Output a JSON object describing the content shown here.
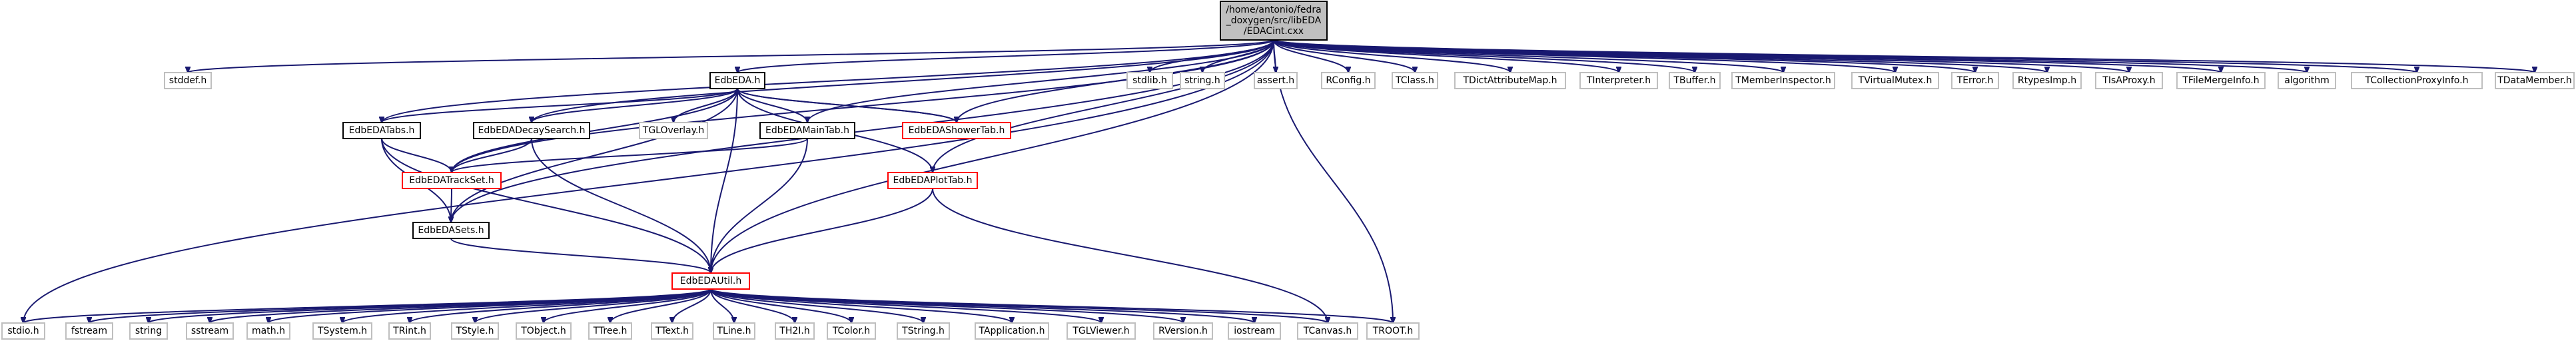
{
  "colors": {
    "edge": "#191970",
    "box_default": "#000000",
    "box_red": "#ff0000",
    "box_gray": "#bfbfbf",
    "root_fill": "#bfbfbf",
    "fill": "#ffffff"
  },
  "graph": {
    "nodes": [
      {
        "id": "root",
        "lines": [
          "/home/antonio/fedra",
          "_doxygen/src/libEDA",
          "/EDACint.cxx"
        ],
        "style": "root"
      },
      {
        "id": "stddef",
        "lines": [
          "stddef.h"
        ],
        "style": "plain"
      },
      {
        "id": "EdbEDA",
        "lines": [
          "EdbEDA.h"
        ],
        "style": "box"
      },
      {
        "id": "stdlib",
        "lines": [
          "stdlib.h"
        ],
        "style": "plain"
      },
      {
        "id": "string_h",
        "lines": [
          "string.h"
        ],
        "style": "plain"
      },
      {
        "id": "assert",
        "lines": [
          "assert.h"
        ],
        "style": "plain"
      },
      {
        "id": "RConfig",
        "lines": [
          "RConfig.h"
        ],
        "style": "plain"
      },
      {
        "id": "TClass",
        "lines": [
          "TClass.h"
        ],
        "style": "plain"
      },
      {
        "id": "TDictAttributeMap",
        "lines": [
          "TDictAttributeMap.h"
        ],
        "style": "plain"
      },
      {
        "id": "TInterpreter",
        "lines": [
          "TInterpreter.h"
        ],
        "style": "plain"
      },
      {
        "id": "TBuffer",
        "lines": [
          "TBuffer.h"
        ],
        "style": "plain"
      },
      {
        "id": "TMemberInspector",
        "lines": [
          "TMemberInspector.h"
        ],
        "style": "plain"
      },
      {
        "id": "TVirtualMutex",
        "lines": [
          "TVirtualMutex.h"
        ],
        "style": "plain"
      },
      {
        "id": "TError",
        "lines": [
          "TError.h"
        ],
        "style": "plain"
      },
      {
        "id": "RtypesImp",
        "lines": [
          "RtypesImp.h"
        ],
        "style": "plain"
      },
      {
        "id": "TIsAProxy",
        "lines": [
          "TIsAProxy.h"
        ],
        "style": "plain"
      },
      {
        "id": "TFileMergeInfo",
        "lines": [
          "TFileMergeInfo.h"
        ],
        "style": "plain"
      },
      {
        "id": "algorithm",
        "lines": [
          "algorithm"
        ],
        "style": "plain"
      },
      {
        "id": "TCollectionProxyInfo",
        "lines": [
          "TCollectionProxyInfo.h"
        ],
        "style": "plain"
      },
      {
        "id": "TDataMember",
        "lines": [
          "TDataMember.h"
        ],
        "style": "plain"
      },
      {
        "id": "EdbEDATabs",
        "lines": [
          "EdbEDATabs.h"
        ],
        "style": "box"
      },
      {
        "id": "EdbEDADecaySearch",
        "lines": [
          "EdbEDADecaySearch.h"
        ],
        "style": "box"
      },
      {
        "id": "TGLOverlay",
        "lines": [
          "TGLOverlay.h"
        ],
        "style": "plain"
      },
      {
        "id": "EdbEDAMainTab",
        "lines": [
          "EdbEDAMainTab.h"
        ],
        "style": "box"
      },
      {
        "id": "EdbEDAShowerTab",
        "lines": [
          "EdbEDAShowerTab.h"
        ],
        "style": "red"
      },
      {
        "id": "EdbEDATrackSet",
        "lines": [
          "EdbEDATrackSet.h"
        ],
        "style": "red"
      },
      {
        "id": "EdbEDAPlotTab",
        "lines": [
          "EdbEDAPlotTab.h"
        ],
        "style": "red"
      },
      {
        "id": "EdbEDASets",
        "lines": [
          "EdbEDASets.h"
        ],
        "style": "box"
      },
      {
        "id": "EdbEDAUtil",
        "lines": [
          "EdbEDAUtil.h"
        ],
        "style": "red"
      },
      {
        "id": "stdio",
        "lines": [
          "stdio.h"
        ],
        "style": "plain"
      },
      {
        "id": "fstream",
        "lines": [
          "fstream"
        ],
        "style": "plain"
      },
      {
        "id": "string",
        "lines": [
          "string"
        ],
        "style": "plain"
      },
      {
        "id": "sstream",
        "lines": [
          "sstream"
        ],
        "style": "plain"
      },
      {
        "id": "math",
        "lines": [
          "math.h"
        ],
        "style": "plain"
      },
      {
        "id": "TSystem",
        "lines": [
          "TSystem.h"
        ],
        "style": "plain"
      },
      {
        "id": "TRint",
        "lines": [
          "TRint.h"
        ],
        "style": "plain"
      },
      {
        "id": "TStyle",
        "lines": [
          "TStyle.h"
        ],
        "style": "plain"
      },
      {
        "id": "TObject",
        "lines": [
          "TObject.h"
        ],
        "style": "plain"
      },
      {
        "id": "TTree",
        "lines": [
          "TTree.h"
        ],
        "style": "plain"
      },
      {
        "id": "TText",
        "lines": [
          "TText.h"
        ],
        "style": "plain"
      },
      {
        "id": "TLine",
        "lines": [
          "TLine.h"
        ],
        "style": "plain"
      },
      {
        "id": "TH2I",
        "lines": [
          "TH2I.h"
        ],
        "style": "plain"
      },
      {
        "id": "TColor",
        "lines": [
          "TColor.h"
        ],
        "style": "plain"
      },
      {
        "id": "TString",
        "lines": [
          "TString.h"
        ],
        "style": "plain"
      },
      {
        "id": "TApplication",
        "lines": [
          "TApplication.h"
        ],
        "style": "plain"
      },
      {
        "id": "TGLViewer",
        "lines": [
          "TGLViewer.h"
        ],
        "style": "plain"
      },
      {
        "id": "RVersion",
        "lines": [
          "RVersion.h"
        ],
        "style": "plain"
      },
      {
        "id": "iostream",
        "lines": [
          "iostream"
        ],
        "style": "plain"
      },
      {
        "id": "TCanvas",
        "lines": [
          "TCanvas.h"
        ],
        "style": "plain"
      },
      {
        "id": "TROOT",
        "lines": [
          "TROOT.h"
        ],
        "style": "plain"
      }
    ],
    "edges": [
      [
        "root",
        "stddef"
      ],
      [
        "root",
        "EdbEDA"
      ],
      [
        "root",
        "stdlib"
      ],
      [
        "root",
        "string_h"
      ],
      [
        "root",
        "assert"
      ],
      [
        "root",
        "RConfig"
      ],
      [
        "root",
        "TClass"
      ],
      [
        "root",
        "TDictAttributeMap"
      ],
      [
        "root",
        "TInterpreter"
      ],
      [
        "root",
        "TBuffer"
      ],
      [
        "root",
        "TMemberInspector"
      ],
      [
        "root",
        "TVirtualMutex"
      ],
      [
        "root",
        "TError"
      ],
      [
        "root",
        "RtypesImp"
      ],
      [
        "root",
        "TIsAProxy"
      ],
      [
        "root",
        "TFileMergeInfo"
      ],
      [
        "root",
        "algorithm"
      ],
      [
        "root",
        "TCollectionProxyInfo"
      ],
      [
        "root",
        "TDataMember"
      ],
      [
        "root",
        "EdbEDATabs"
      ],
      [
        "root",
        "EdbEDADecaySearch"
      ],
      [
        "root",
        "EdbEDAMainTab"
      ],
      [
        "root",
        "EdbEDAShowerTab"
      ],
      [
        "root",
        "EdbEDATrackSet"
      ],
      [
        "root",
        "EdbEDAPlotTab"
      ],
      [
        "root",
        "EdbEDASets"
      ],
      [
        "root",
        "EdbEDAUtil"
      ],
      [
        "root",
        "stdio"
      ],
      [
        "root",
        "TROOT"
      ],
      [
        "EdbEDA",
        "EdbEDATabs"
      ],
      [
        "EdbEDA",
        "EdbEDADecaySearch"
      ],
      [
        "EdbEDA",
        "TGLOverlay"
      ],
      [
        "EdbEDA",
        "EdbEDAMainTab"
      ],
      [
        "EdbEDA",
        "EdbEDAShowerTab"
      ],
      [
        "EdbEDA",
        "EdbEDATrackSet"
      ],
      [
        "EdbEDA",
        "EdbEDAPlotTab"
      ],
      [
        "EdbEDA",
        "EdbEDASets"
      ],
      [
        "EdbEDA",
        "EdbEDAUtil"
      ],
      [
        "EdbEDATabs",
        "EdbEDATrackSet"
      ],
      [
        "EdbEDATabs",
        "EdbEDASets"
      ],
      [
        "EdbEDATabs",
        "EdbEDAUtil"
      ],
      [
        "EdbEDADecaySearch",
        "EdbEDATrackSet"
      ],
      [
        "EdbEDADecaySearch",
        "EdbEDAUtil"
      ],
      [
        "EdbEDAMainTab",
        "EdbEDATrackSet"
      ],
      [
        "EdbEDAMainTab",
        "EdbEDAUtil"
      ],
      [
        "EdbEDAShowerTab",
        "EdbEDA"
      ],
      [
        "EdbEDATrackSet",
        "EdbEDASets"
      ],
      [
        "EdbEDAPlotTab",
        "EdbEDAUtil"
      ],
      [
        "EdbEDAPlotTab",
        "TCanvas"
      ],
      [
        "EdbEDASets",
        "EdbEDAUtil"
      ],
      [
        "EdbEDAUtil",
        "stdio"
      ],
      [
        "EdbEDAUtil",
        "fstream"
      ],
      [
        "EdbEDAUtil",
        "string"
      ],
      [
        "EdbEDAUtil",
        "sstream"
      ],
      [
        "EdbEDAUtil",
        "math"
      ],
      [
        "EdbEDAUtil",
        "TSystem"
      ],
      [
        "EdbEDAUtil",
        "TRint"
      ],
      [
        "EdbEDAUtil",
        "TStyle"
      ],
      [
        "EdbEDAUtil",
        "TObject"
      ],
      [
        "EdbEDAUtil",
        "TTree"
      ],
      [
        "EdbEDAUtil",
        "TText"
      ],
      [
        "EdbEDAUtil",
        "TLine"
      ],
      [
        "EdbEDAUtil",
        "TH2I"
      ],
      [
        "EdbEDAUtil",
        "TColor"
      ],
      [
        "EdbEDAUtil",
        "TString"
      ],
      [
        "EdbEDAUtil",
        "TApplication"
      ],
      [
        "EdbEDAUtil",
        "TGLViewer"
      ],
      [
        "EdbEDAUtil",
        "RVersion"
      ],
      [
        "EdbEDAUtil",
        "iostream"
      ],
      [
        "EdbEDAUtil",
        "TCanvas"
      ],
      [
        "EdbEDAUtil",
        "TROOT"
      ]
    ]
  }
}
